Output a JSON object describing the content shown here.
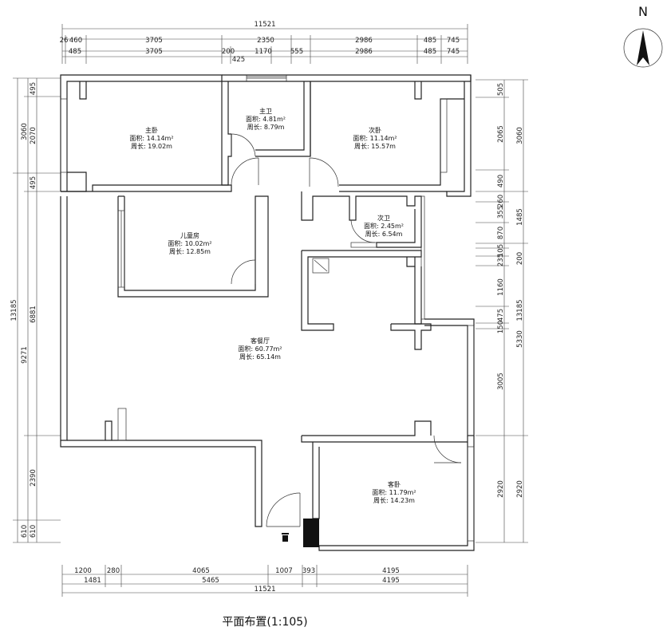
{
  "title": "平面布置(1:105)",
  "north_label": "N",
  "rooms": [
    {
      "id": "master",
      "name": "主卧",
      "area": "面积: 14.14m²",
      "perimeter": "周长: 19.02m"
    },
    {
      "id": "master-bath",
      "name": "主卫",
      "area": "面积: 4.81m²",
      "perimeter": "周长: 8.79m"
    },
    {
      "id": "second-bed",
      "name": "次卧",
      "area": "面积: 11.14m²",
      "perimeter": "周长: 15.57m"
    },
    {
      "id": "second-bath",
      "name": "次卫",
      "area": "面积: 2.45m²",
      "perimeter": "周长: 6.54m"
    },
    {
      "id": "kids",
      "name": "儿童房",
      "area": "面积: 10.02m²",
      "perimeter": "周长: 12.85m"
    },
    {
      "id": "living",
      "name": "客餐厅",
      "area": "面积: 60.77m²",
      "perimeter": "周长: 65.14m"
    },
    {
      "id": "guest",
      "name": "客卧",
      "area": "面积: 11.79m²",
      "perimeter": "周长: 14.23m"
    }
  ],
  "dims": {
    "top_total": "11521",
    "top_row1": [
      "26",
      "460",
      "3705",
      "2350",
      "2986",
      "485",
      "745"
    ],
    "top_row2": [
      "485",
      "3705",
      "200",
      "1170",
      "555",
      "2986",
      "485",
      "745"
    ],
    "top_row2_extra": "425",
    "bottom_row1": [
      "1200",
      "280",
      "4065",
      "1007",
      "393",
      "4195"
    ],
    "bottom_row2": [
      "1481",
      "5465",
      "4195"
    ],
    "bottom_total": "11521",
    "left_outer": [
      "3060",
      "13185",
      "9271",
      "610"
    ],
    "left_inner": [
      "495",
      "2070",
      "495",
      "6881",
      "2390",
      "610"
    ],
    "right_inner": [
      "505",
      "2065",
      "490",
      "260",
      "355",
      "870",
      "105",
      "235",
      "200",
      "1160",
      "475",
      "150",
      "3005",
      "2920"
    ],
    "right_outer": [
      "3060",
      "1485",
      "13185",
      "5330",
      "2920"
    ]
  }
}
